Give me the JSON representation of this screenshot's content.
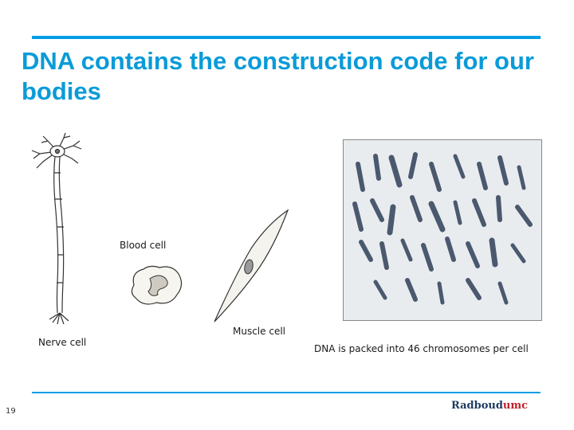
{
  "slide": {
    "title": "DNA contains the construction code for our bodies",
    "page_number": "19"
  },
  "captions": {
    "blood_cell": "Blood cell",
    "nerve_cell": "Nerve cell",
    "muscle_cell": "Muscle cell",
    "chromosomes": "DNA is packed into 46 chromosomes per cell"
  },
  "logo": {
    "part1": "Radboud",
    "part2": "umc"
  },
  "colors": {
    "accent": "#009ee3",
    "title": "#0a9bd8",
    "logo_dark": "#1f3a5f",
    "logo_red": "#c0222b"
  }
}
